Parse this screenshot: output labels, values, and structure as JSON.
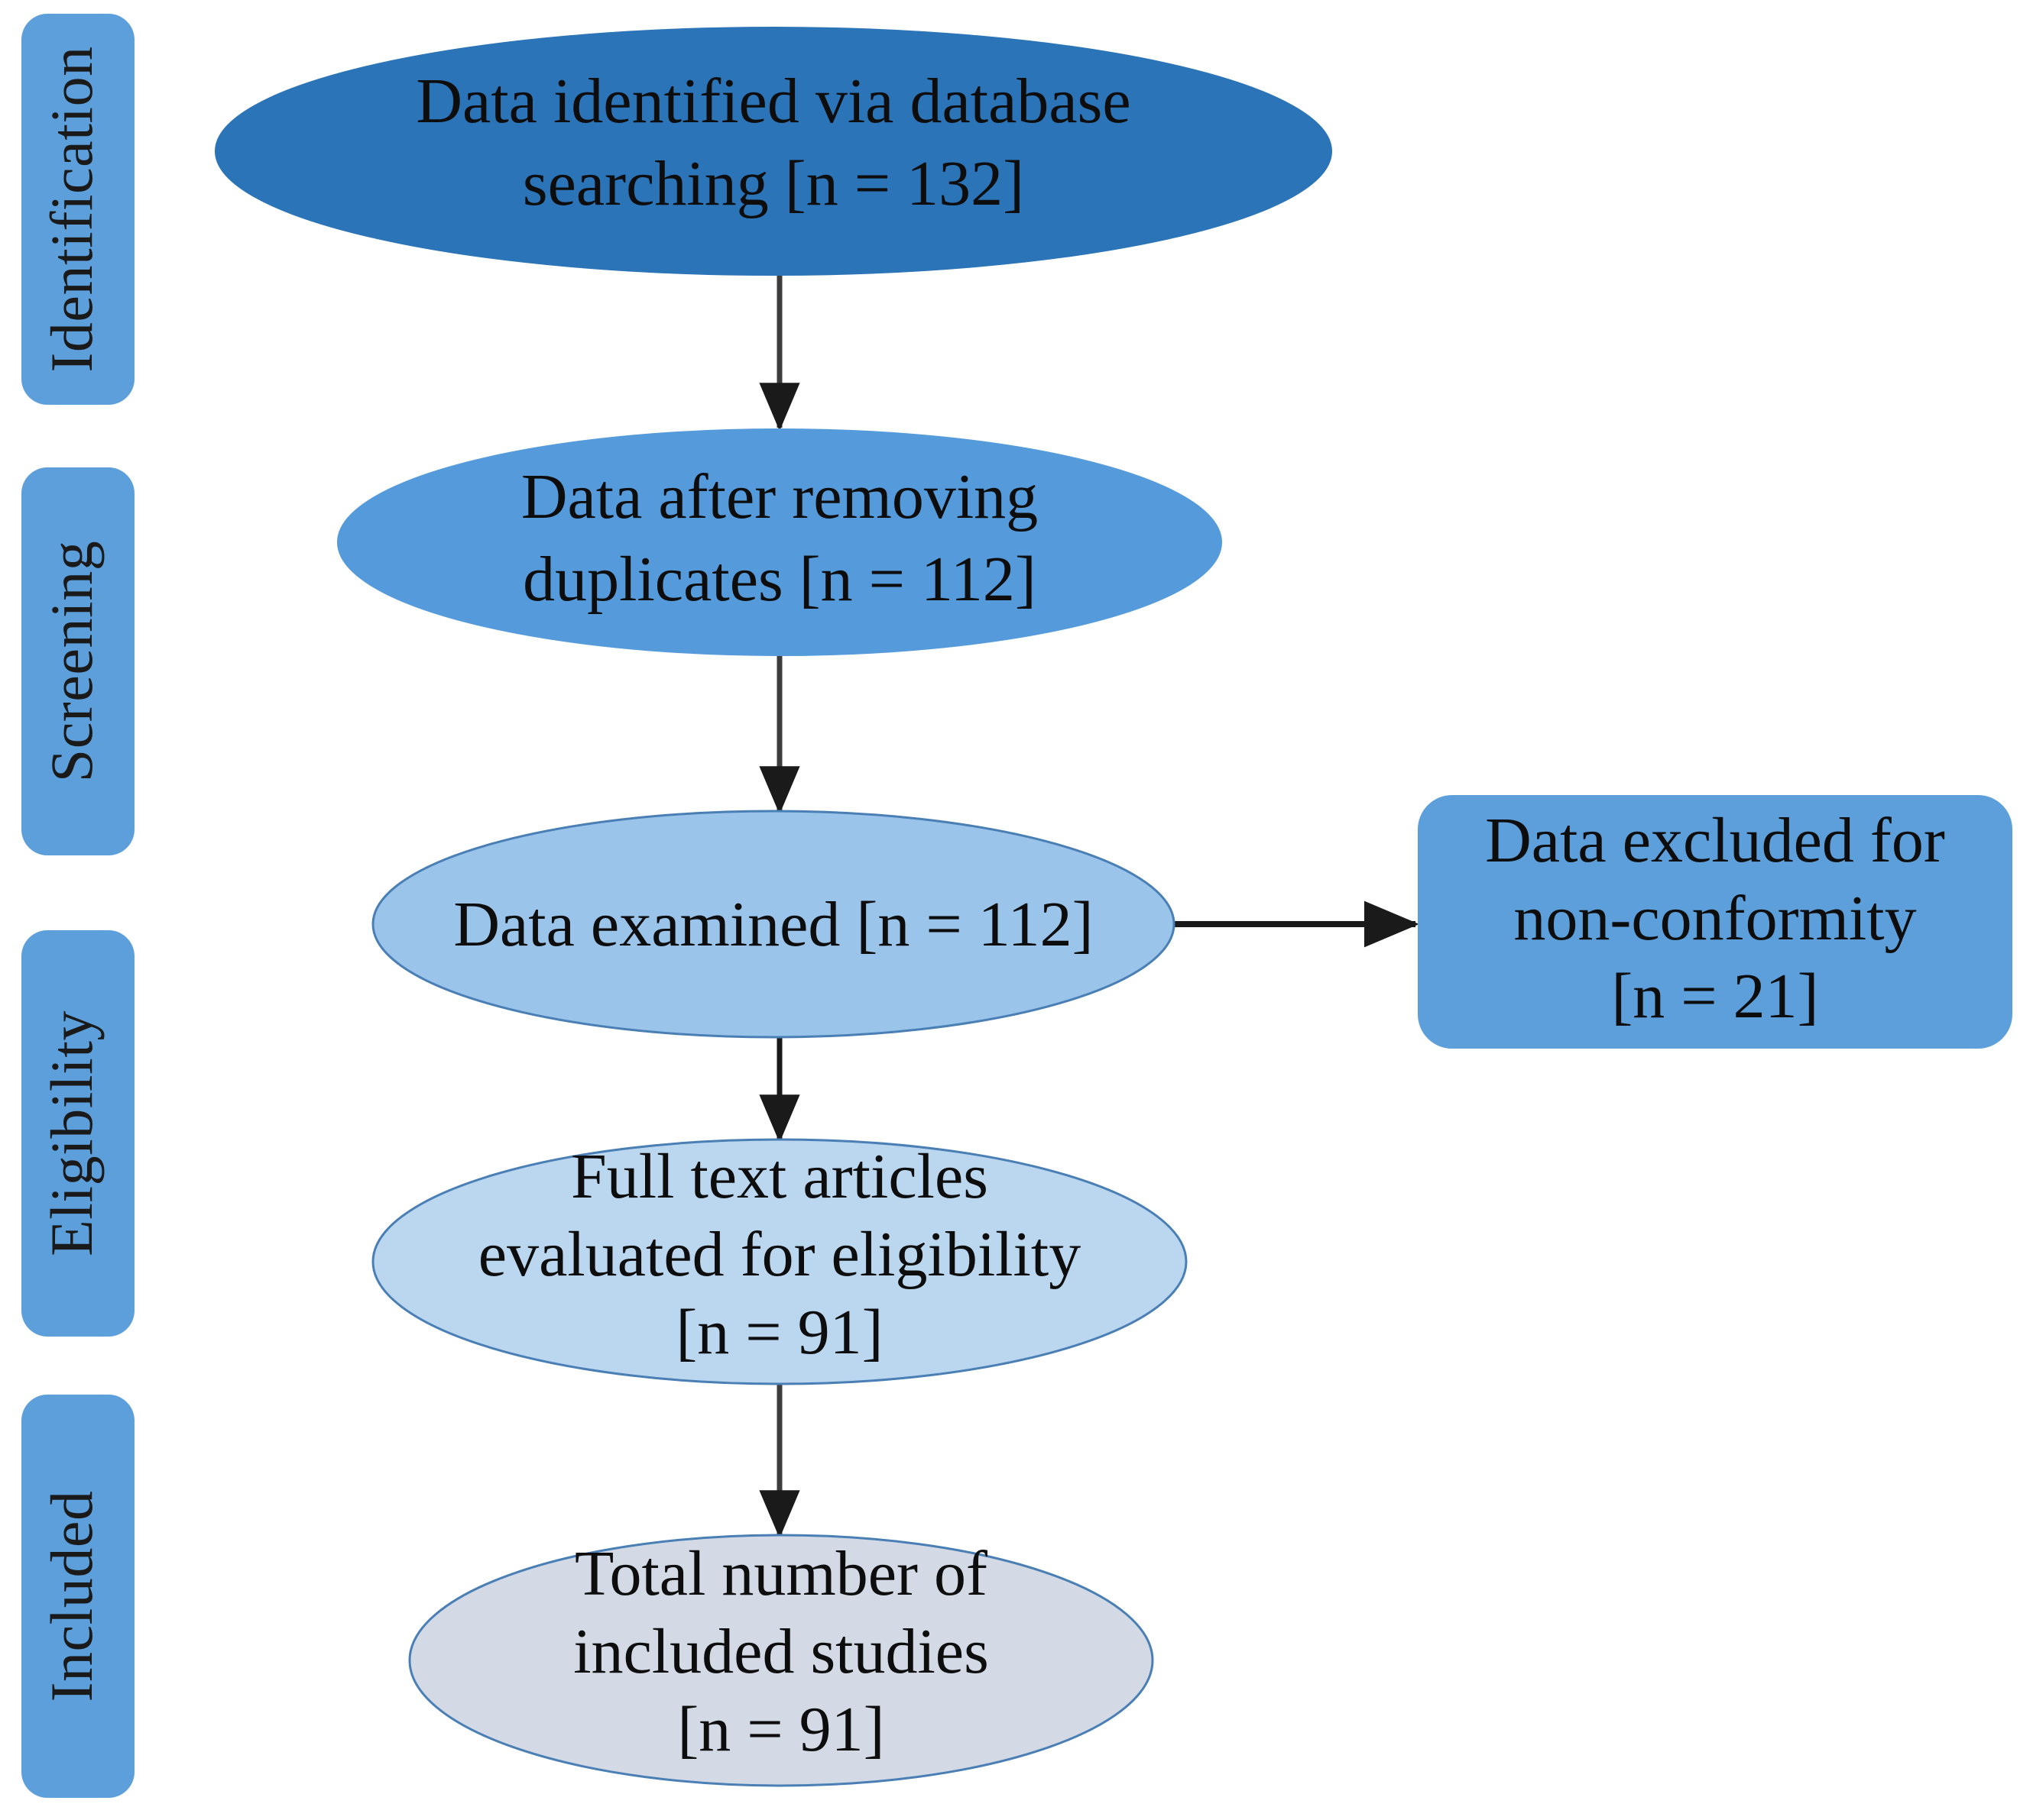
{
  "figure": {
    "type": "prisma-flow-diagram",
    "background_color": "#ffffff"
  },
  "palette": {
    "stage_tab": "#5C9FDB",
    "node_identification": "#2B74B8",
    "node_screening": "#559BDB",
    "node_examined": "#9AC4EA",
    "node_fulltext": "#BBD7F0",
    "node_included": "#D3DAE5",
    "node_excluded": "#5C9FDB",
    "connector": "#333333",
    "text": "#0d0d0d",
    "node_border": "#3A6EA5"
  },
  "stages": [
    {
      "id": "identification",
      "label": "Identification"
    },
    {
      "id": "screening",
      "label": "Screening"
    },
    {
      "id": "eligibility",
      "label": "Eligibility"
    },
    {
      "id": "included",
      "label": "Included"
    }
  ],
  "nodes": [
    {
      "id": "identified",
      "shape": "ellipse",
      "lines": [
        "Data identified via database",
        "searching [n = 132]"
      ],
      "count_label": "n = 132",
      "count": 132,
      "fill": "#2B74B8"
    },
    {
      "id": "deduplicated",
      "shape": "ellipse",
      "lines": [
        "Data after removing",
        "duplicates [n = 112]"
      ],
      "count_label": "n = 112",
      "count": 112,
      "fill": "#559BDB"
    },
    {
      "id": "examined",
      "shape": "ellipse",
      "lines": [
        "Data examined [n = 112]"
      ],
      "count_label": "n = 112",
      "count": 112,
      "fill": "#9AC4EA"
    },
    {
      "id": "excluded",
      "shape": "rounded-rect",
      "lines": [
        "Data excluded for",
        "non-conformity",
        "[n = 21]"
      ],
      "count_label": "n = 21",
      "count": 21,
      "fill": "#5C9FDB"
    },
    {
      "id": "fulltext",
      "shape": "ellipse",
      "lines": [
        "Full text articles",
        "evaluated for eligibility",
        "[n = 91]"
      ],
      "count_label": "n = 91",
      "count": 91,
      "fill": "#BBD7F0"
    },
    {
      "id": "included_total",
      "shape": "ellipse",
      "lines": [
        "Total number of",
        "included studies",
        "[n = 91]"
      ],
      "count_label": "n = 91",
      "count": 91,
      "fill": "#D3DAE5"
    }
  ],
  "connectors": [
    {
      "id": "identified-to-deduplicated",
      "from": "identified",
      "to": "deduplicated",
      "direction": "down"
    },
    {
      "id": "deduplicated-to-examined",
      "from": "deduplicated",
      "to": "examined",
      "direction": "down"
    },
    {
      "id": "examined-to-excluded",
      "from": "examined",
      "to": "excluded",
      "direction": "right"
    },
    {
      "id": "examined-to-fulltext",
      "from": "examined",
      "to": "fulltext",
      "direction": "down"
    },
    {
      "id": "fulltext-to-included",
      "from": "fulltext",
      "to": "included_total",
      "direction": "down"
    }
  ]
}
